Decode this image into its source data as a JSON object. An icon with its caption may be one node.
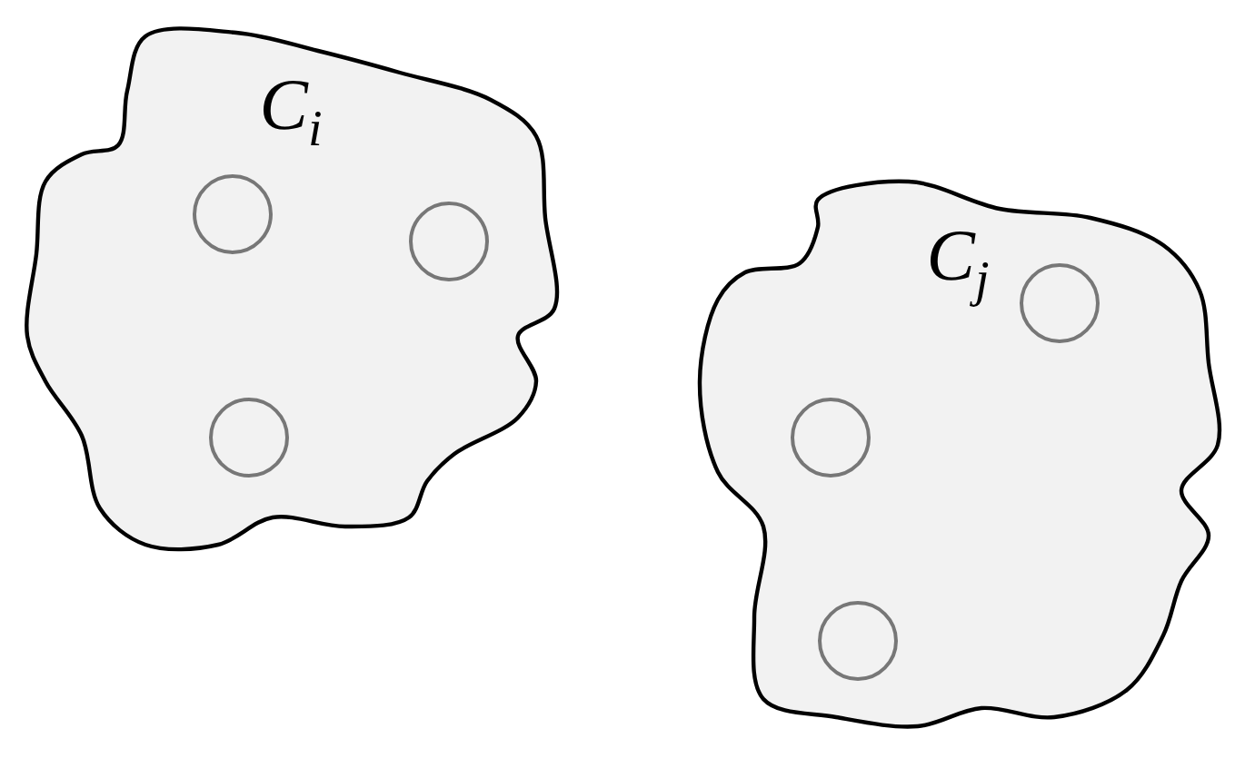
{
  "diagram": {
    "nodes": [
      {
        "text": [
          "C$_{i}$"
        ]
      },
      {
        "text": [],
        "shape": "circle",
        "in": 0
      },
      {
        "text": [],
        "shape": "circle",
        "in": 0
      },
      {
        "text": [],
        "shape": "circle",
        "in": 0
      },
      {
        "text": [
          "C$_{j}$"
        ]
      },
      {
        "text": [],
        "shape": "circle",
        "in": 4
      },
      {
        "text": [],
        "shape": "circle",
        "in": 4
      },
      {
        "text": [],
        "shape": "circle",
        "in": 4
      }
    ]
  }
}
